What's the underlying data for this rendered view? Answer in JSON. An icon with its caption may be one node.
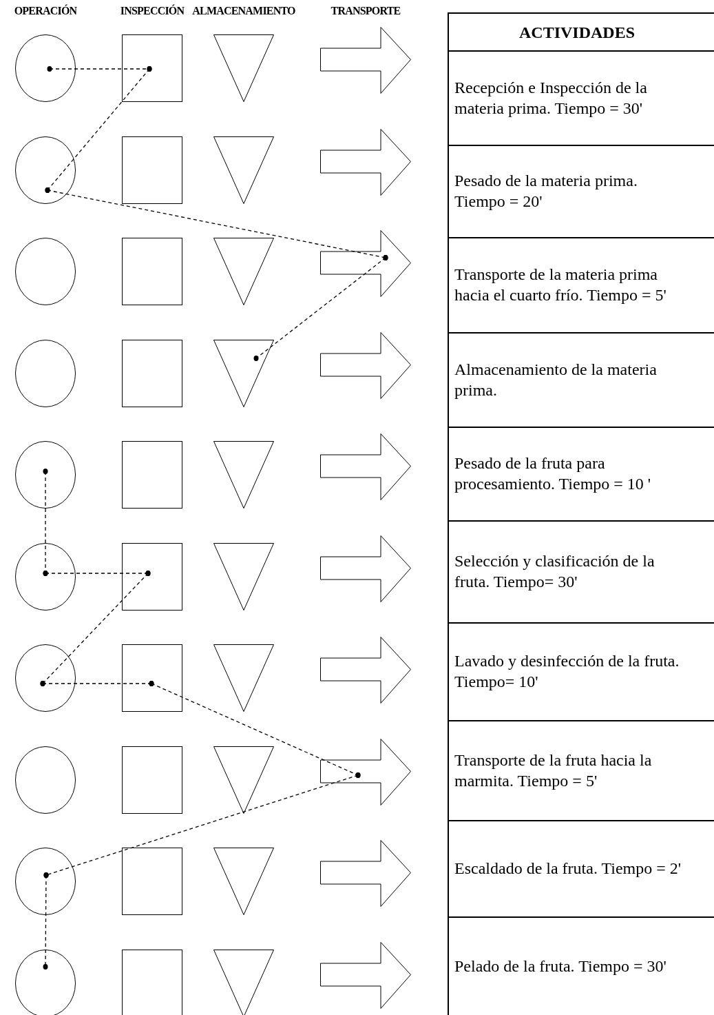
{
  "diagram": {
    "nodes": [
      {
        "text": [],
        "shape": "circle"
      },
      {
        "text": [],
        "shape": "box"
      },
      {
        "text": [],
        "shape": "triangle"
      },
      {
        "text": [],
        "shape": "arrow"
      },
      {
        "text": [],
        "shape": "circle"
      },
      {
        "text": [],
        "shape": "box"
      },
      {
        "text": [],
        "shape": "triangle"
      },
      {
        "text": [],
        "shape": "arrow"
      },
      {
        "text": [],
        "shape": "circle"
      },
      {
        "text": [],
        "shape": "box"
      },
      {
        "text": [],
        "shape": "triangle"
      },
      {
        "text": [],
        "shape": "arrow"
      },
      {
        "text": [],
        "shape": "circle"
      },
      {
        "text": [],
        "shape": "box"
      },
      {
        "text": [],
        "shape": "triangle"
      },
      {
        "text": [],
        "shape": "arrow"
      },
      {
        "text": [],
        "shape": "circle"
      },
      {
        "text": [],
        "shape": "box"
      },
      {
        "text": [],
        "shape": "triangle"
      },
      {
        "text": [],
        "shape": "arrow"
      },
      {
        "text": [],
        "shape": "circle"
      },
      {
        "text": [],
        "shape": "box"
      },
      {
        "text": [],
        "shape": "triangle"
      },
      {
        "text": [],
        "shape": "arrow"
      },
      {
        "text": [],
        "shape": "circle"
      },
      {
        "text": [],
        "shape": "box"
      },
      {
        "text": [],
        "shape": "triangle"
      },
      {
        "text": [],
        "shape": "arrow"
      },
      {
        "text": [],
        "shape": "circle"
      },
      {
        "text": [],
        "shape": "box"
      },
      {
        "text": [],
        "shape": "triangle"
      },
      {
        "text": [],
        "shape": "arrow"
      },
      {
        "text": [],
        "shape": "circle"
      },
      {
        "text": [],
        "shape": "box"
      },
      {
        "text": [],
        "shape": "triangle"
      },
      {
        "text": [],
        "shape": "arrow"
      },
      {
        "text": [],
        "shape": "circle"
      },
      {
        "text": [],
        "shape": "box"
      },
      {
        "text": [],
        "shape": "triangle"
      },
      {
        "text": [],
        "shape": "arrow"
      },
      {
        "text": [
          "Recepción e Inspección de la materia prima. Tiempo = 30'"
        ]
      },
      {
        "text": [
          "Pesado de la materia prima. Tiempo = 20'"
        ]
      },
      {
        "text": [
          "Transporte de la materia prima hacia el cuarto frío. Tiempo = 5'"
        ]
      },
      {
        "text": [
          "Almacenamiento de la materia prima."
        ]
      },
      {
        "text": [
          "Pesado de la fruta para procesamiento. Tiempo = 10 '"
        ]
      },
      {
        "text": [
          "Selección y clasificación de la fruta. Tiempo= 30'"
        ]
      },
      {
        "text": [
          "Lavado y desinfección de la fruta. Tiempo= 10'"
        ]
      },
      {
        "text": [
          "Transporte de la fruta hacia la marmita. Tiempo = 5'"
        ]
      },
      {
        "text": [
          "Escaldado de la fruta. Tiempo = 2'"
        ]
      },
      {
        "text": [
          "Pelado de la fruta. Tiempo = 30'"
        ]
      }
    ],
    "edges": [
      {
        "from": 0,
        "to": 1,
        "arrow": "other",
        "style": "dashed"
      },
      {
        "from": 1,
        "to": 4,
        "arrow": "other",
        "style": "dashed"
      },
      {
        "from": 4,
        "to": 11,
        "arrow": "other",
        "style": "dashed"
      },
      {
        "from": 11,
        "to": 14,
        "arrow": "other",
        "style": "dashed"
      },
      {
        "from": 16,
        "to": 20,
        "arrow": "other",
        "style": "dashed"
      },
      {
        "from": 20,
        "to": 21,
        "arrow": "other",
        "style": "dashed"
      },
      {
        "from": 21,
        "to": 24,
        "arrow": "other",
        "style": "dashed"
      },
      {
        "from": 24,
        "to": 25,
        "arrow": "other",
        "style": "dashed"
      },
      {
        "from": 25,
        "to": 31,
        "arrow": "other",
        "style": "dashed"
      },
      {
        "from": 31,
        "to": 32,
        "arrow": "other",
        "style": "dashed"
      },
      {
        "from": 32,
        "to": 36,
        "arrow": "other",
        "style": "dashed"
      }
    ],
    "labels": [
      "OPERACIÓN",
      "INSPECCIÓN",
      "ALMACENAMIENTO",
      "TRANSPORTE",
      "ACTIVIDADES"
    ]
  }
}
